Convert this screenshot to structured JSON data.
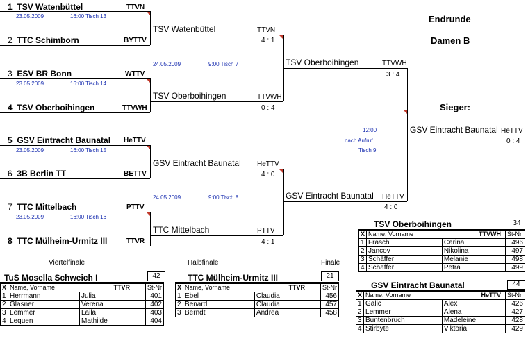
{
  "header": {
    "title_line1": "Endrunde",
    "title_line2": "Damen B"
  },
  "bracket": {
    "entries": [
      {
        "seed": "1",
        "team": "TSV Watenbüttel",
        "assoc": "TTVN"
      },
      {
        "seed": "2",
        "team": "TTC Schimborn",
        "assoc": "BYTTV"
      },
      {
        "seed": "3",
        "team": "ESV BR Bonn",
        "assoc": "WTTV"
      },
      {
        "seed": "4",
        "team": "TSV Oberboihingen",
        "assoc": "TTVWH"
      },
      {
        "seed": "5",
        "team": "GSV Eintracht Baunatal",
        "assoc": "HeTTV"
      },
      {
        "seed": "6",
        "team": "3B Berlin TT",
        "assoc": "BETTV"
      },
      {
        "seed": "7",
        "team": "TTC Mittelbach",
        "assoc": "PTTV"
      },
      {
        "seed": "8",
        "team": "TTC Mülheim-Urmitz III",
        "assoc": "TTVR"
      }
    ],
    "qf_info": [
      {
        "date": "23.05.2009",
        "time_table": "16:00  Tisch 13"
      },
      {
        "date": "23.05.2009",
        "time_table": "16:00  Tisch 14"
      },
      {
        "date": "23.05.2009",
        "time_table": "16:00  Tisch 15"
      },
      {
        "date": "23.05.2009",
        "time_table": "16:00  Tisch 16"
      }
    ],
    "qf_winners": [
      {
        "team": "TSV Watenbüttel",
        "assoc": "TTVN",
        "score": "4 : 1"
      },
      {
        "team": "TSV Oberboihingen",
        "assoc": "TTVWH",
        "score": "0 : 4"
      },
      {
        "team": "GSV Eintracht Baunatal",
        "assoc": "HeTTV",
        "score": "4 : 0"
      },
      {
        "team": "TTC Mittelbach",
        "assoc": "PTTV",
        "score": "4 : 1"
      }
    ],
    "sf_info": [
      {
        "date": "24.05.2009",
        "time_table": "9:00  Tisch 7"
      },
      {
        "date": "24.05.2009",
        "time_table": "9:00  Tisch 8"
      }
    ],
    "sf_winners": [
      {
        "team": "TSV Oberboihingen",
        "assoc": "TTVWH",
        "score": "3 : 4"
      },
      {
        "team": "GSV Eintracht Baunatal",
        "assoc": "HeTTV",
        "score": "4 : 0"
      }
    ],
    "final_info": {
      "time": "12:00",
      "line2": "nach Aufruf",
      "table": "Tisch 9"
    },
    "sieger_label": "Sieger:",
    "champion": {
      "team": "GSV Eintracht Baunatal",
      "assoc": "HeTTV",
      "score": "0 : 4"
    },
    "round_labels": {
      "qf": "Viertelfinale",
      "sf": "Halbfinale",
      "final": "Finale"
    }
  },
  "rosters": [
    {
      "team": "TuS Mosella Schweich I",
      "assoc": "TTVR",
      "number": "42",
      "headers": {
        "x": "X",
        "name": "Name, Vorname",
        "stnr": "St-Nr"
      },
      "players": [
        {
          "n": "1",
          "last": "Herrmann",
          "first": "Julia",
          "stnr": "401"
        },
        {
          "n": "2",
          "last": "Glasner",
          "first": "Verena",
          "stnr": "402"
        },
        {
          "n": "3",
          "last": "Lemmer",
          "first": "Laila",
          "stnr": "403"
        },
        {
          "n": "4",
          "last": "Lequen",
          "first": "Mathilde",
          "stnr": "404"
        }
      ]
    },
    {
      "team": "TTC Mülheim-Urmitz III",
      "assoc": "TTVR",
      "number": "21",
      "headers": {
        "x": "X",
        "name": "Name, Vorname",
        "stnr": "St-Nr"
      },
      "players": [
        {
          "n": "1",
          "last": "Ebel",
          "first": "Claudia",
          "stnr": "456"
        },
        {
          "n": "2",
          "last": "Benard",
          "first": "Claudia",
          "stnr": "457"
        },
        {
          "n": "3",
          "last": "Berndt",
          "first": "Andrea",
          "stnr": "458"
        }
      ]
    },
    {
      "team": "TSV Oberboihingen",
      "assoc": "TTVWH",
      "number": "34",
      "headers": {
        "x": "X",
        "name": "Name, Vorname",
        "stnr": "St-Nr"
      },
      "players": [
        {
          "n": "1",
          "last": "Frasch",
          "first": "Carina",
          "stnr": "496"
        },
        {
          "n": "2",
          "last": "Jancov",
          "first": "Nikolina",
          "stnr": "497"
        },
        {
          "n": "3",
          "last": "Schäffer",
          "first": "Melanie",
          "stnr": "498"
        },
        {
          "n": "4",
          "last": "Schäffer",
          "first": "Petra",
          "stnr": "499"
        }
      ]
    },
    {
      "team": "GSV Eintracht Baunatal",
      "assoc": "HeTTV",
      "number": "44",
      "headers": {
        "x": "X",
        "name": "Name, Vorname",
        "stnr": "St-Nr"
      },
      "players": [
        {
          "n": "1",
          "last": "Galic",
          "first": "Alex",
          "stnr": "426"
        },
        {
          "n": "2",
          "last": "Lemmer",
          "first": "Alena",
          "stnr": "427"
        },
        {
          "n": "3",
          "last": "Buntenbruch",
          "first": "Madeleine",
          "stnr": "428"
        },
        {
          "n": "4",
          "last": "Stirbyte",
          "first": "Viktoria",
          "stnr": "429"
        }
      ]
    }
  ]
}
